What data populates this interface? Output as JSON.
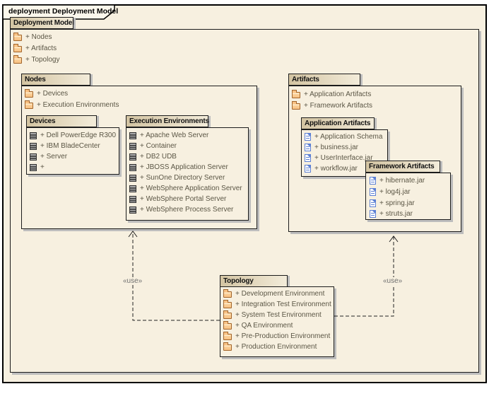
{
  "frame": {
    "title": "deployment Deployment Model"
  },
  "colors": {
    "canvas": "#ffffff",
    "diagram-bg": "#f7f0e0",
    "line": "#1c1c1c",
    "shadow": "#bdbdbd",
    "tab-left": "#d3c4a2",
    "tab-right": "#f3ecda",
    "tab-text": "#111111",
    "item-text": "#5b5645",
    "folder-fill": "#f8c184",
    "folder-border": "#a2652b",
    "node-dark": "#4d4d4d",
    "node-light": "#b5b5b5",
    "artifact-blue": "#5b7fd4",
    "use-text": "#6f6f6f",
    "frame-label-bg": "#fbf7ec"
  },
  "root_package": {
    "name": "Deployment Model",
    "items": [
      "+ Nodes",
      "+ Artifacts",
      "+ Topology"
    ]
  },
  "packages": {
    "nodes": {
      "name": "Nodes",
      "items": [
        "+ Devices",
        "+ Execution Environments"
      ]
    },
    "devices": {
      "name": "Devices",
      "items": [
        "+ Dell PowerEdge R300",
        "+ IBM BladeCenter",
        "+ Server",
        "+"
      ]
    },
    "execution_environments": {
      "name": "Execution Environments",
      "items": [
        "+ Apache Web Server",
        "+ Container",
        "+ DB2 UDB",
        "+ JBOSS Application Server",
        "+ SunOne Directory Server",
        "+ WebSphere Application Server",
        "+ WebSphere Portal Server",
        "+ WebSphere Process Server"
      ]
    },
    "artifacts": {
      "name": "Artifacts",
      "items": [
        "+ Application Artifacts",
        "+ Framework Artifacts"
      ]
    },
    "application_artifacts": {
      "name": "Application Artifacts",
      "items": [
        "+ Application Schema",
        "+ business.jar",
        "+ UserInterface.jar",
        "+ workflow.jar"
      ]
    },
    "framework_artifacts": {
      "name": "Framework Artifacts",
      "items": [
        "+ hibernate.jar",
        "+ log4j.jar",
        "+ spring.jar",
        "+ struts.jar"
      ]
    },
    "topology": {
      "name": "Topology",
      "items": [
        "+ Development Environment",
        "+ Integration Test Environment",
        "+ System Test Environment",
        "+ QA Environment",
        "+ Pre-Production Environment",
        "+ Production Environment"
      ]
    }
  },
  "connectors": {
    "left": {
      "label": "«use»"
    },
    "right": {
      "label": "«use»"
    }
  }
}
